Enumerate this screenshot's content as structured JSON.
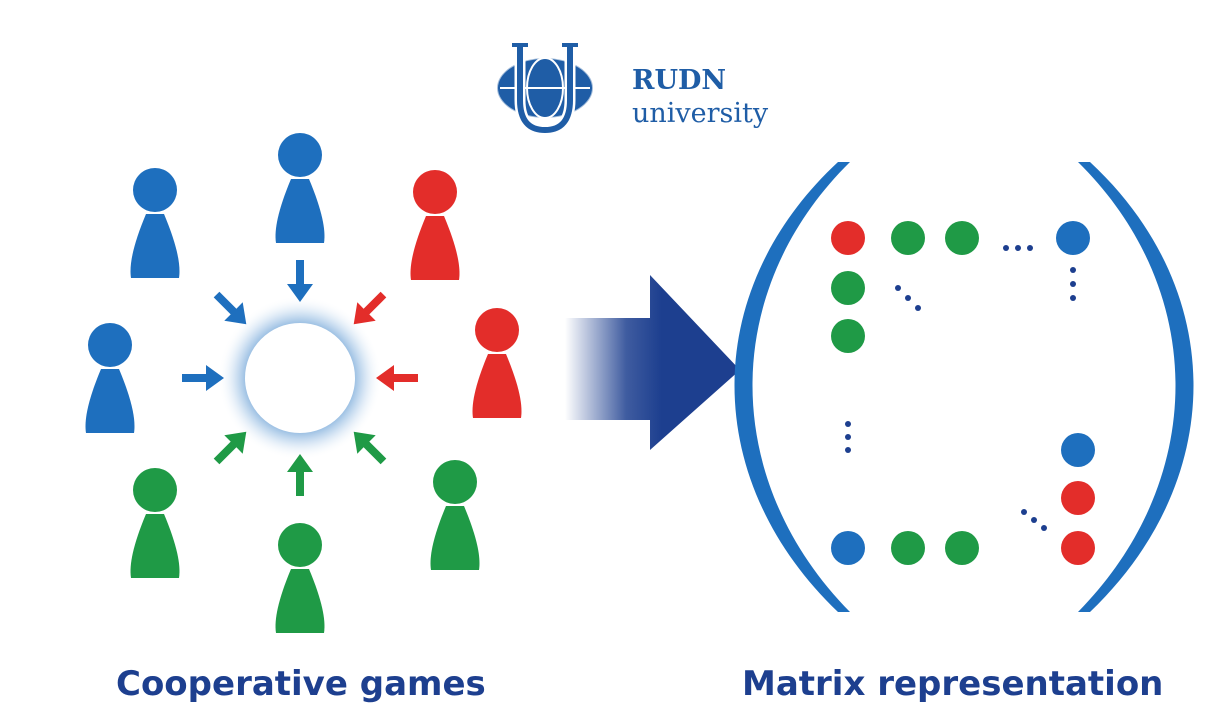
{
  "logo": {
    "name": "RUDN",
    "subtitle": "university"
  },
  "captions": {
    "left": "Cooperative games",
    "right": "Matrix representation"
  },
  "colors": {
    "blue": "#1e6fbe",
    "red": "#e32d2a",
    "green": "#1f9a46",
    "navy": "#1d3f8f",
    "brand": "#1f5da6"
  },
  "players": [
    {
      "color": "blue"
    },
    {
      "color": "blue"
    },
    {
      "color": "red"
    },
    {
      "color": "blue"
    },
    {
      "color": "red"
    },
    {
      "color": "green"
    },
    {
      "color": "green"
    },
    {
      "color": "green"
    }
  ],
  "arrows": [
    {
      "color": "blue"
    },
    {
      "color": "blue"
    },
    {
      "color": "red"
    },
    {
      "color": "blue"
    },
    {
      "color": "red"
    },
    {
      "color": "green"
    },
    {
      "color": "green"
    },
    {
      "color": "green"
    }
  ],
  "matrix": {
    "first_row": [
      "red",
      "green",
      "green",
      "blue"
    ],
    "first_column": [
      "red",
      "green",
      "green"
    ],
    "last_column": [
      "blue",
      "blue",
      "red",
      "red"
    ],
    "last_row": [
      "blue",
      "green",
      "green",
      "red"
    ]
  }
}
